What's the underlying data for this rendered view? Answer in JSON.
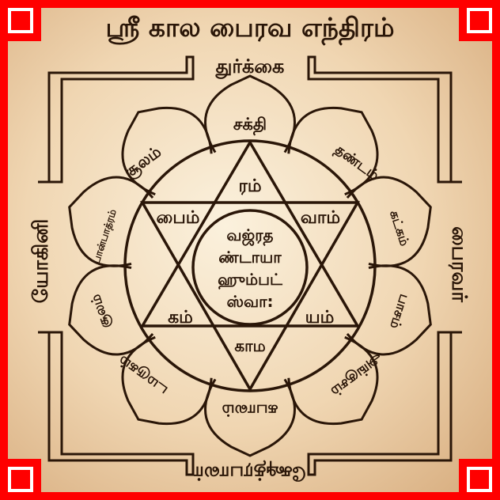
{
  "title": "ஸ்ரீ கால பைரவ எந்திரம்",
  "gates": {
    "top": "துர்க்கை",
    "left": "யோகினி",
    "right": "பைரவர்",
    "bottom": "க்ஷேத்ரபாலர்"
  },
  "petals": {
    "top": "சக்தி",
    "top_right": "தண்டம்",
    "right_upper": "கட்கம்",
    "right_lower": "பாசம்",
    "bottom_right": "அங்குசம்",
    "bottom": "கபாலம்",
    "bottom_left": "டமருகம்",
    "left_lower": "சூலம்",
    "left_upper": "பான்பாத்ரம்",
    "top_left": "சூலம்"
  },
  "star": {
    "top": "ரம்",
    "upper_left": "பைம்",
    "upper_right": "வாம்",
    "lower_left": "கம்",
    "lower_right": "யம்",
    "bottom": "காம"
  },
  "center_lines": [
    "வஜ்ரத",
    "ண்டாயா",
    "ஹும்பட்",
    "ஸ்வா:"
  ],
  "colors": {
    "frame": "#ff0000",
    "plate": "#f2dcbc",
    "ink": "#2a1608"
  }
}
